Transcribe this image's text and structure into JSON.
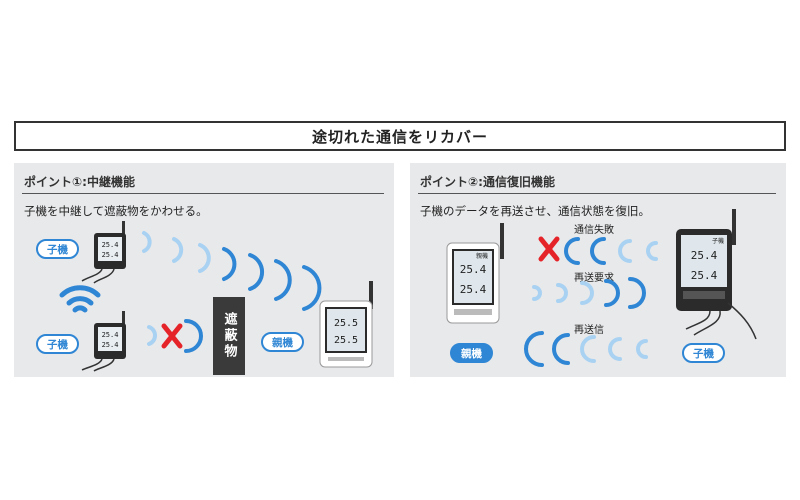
{
  "header": {
    "title": "途切れた通信をリカバー"
  },
  "left_panel": {
    "heading": "ポイント①:中継機能",
    "description": "子機を中継して遮蔽物をかわせる。",
    "child_label_top": "子機",
    "child_label_bottom": "子機",
    "obstacle_label": "遮蔽物",
    "parent_label": "親機",
    "child_display": {
      "top": "25.4",
      "bottom": "25.4"
    },
    "parent_display": {
      "top": "25.5",
      "bottom": "25.5"
    }
  },
  "right_panel": {
    "heading": "ポイント②:通信復旧機能",
    "description": "子機のデータを再送させ、通信状態を復旧。",
    "parent_label": "親機",
    "child_label": "子機",
    "status_fail": "通信失敗",
    "status_request": "再送要求",
    "status_resend": "再送信",
    "parent_display": {
      "tag": "親機",
      "top": "25.4",
      "bottom": "25.4"
    },
    "child_display": {
      "tag": "子機",
      "top": "25.4",
      "bottom": "25.4"
    }
  },
  "colors": {
    "accent": "#2f86d4",
    "wave_light": "#a9d2f2",
    "cross": "#e5242a",
    "wall": "#3a3a3a"
  }
}
